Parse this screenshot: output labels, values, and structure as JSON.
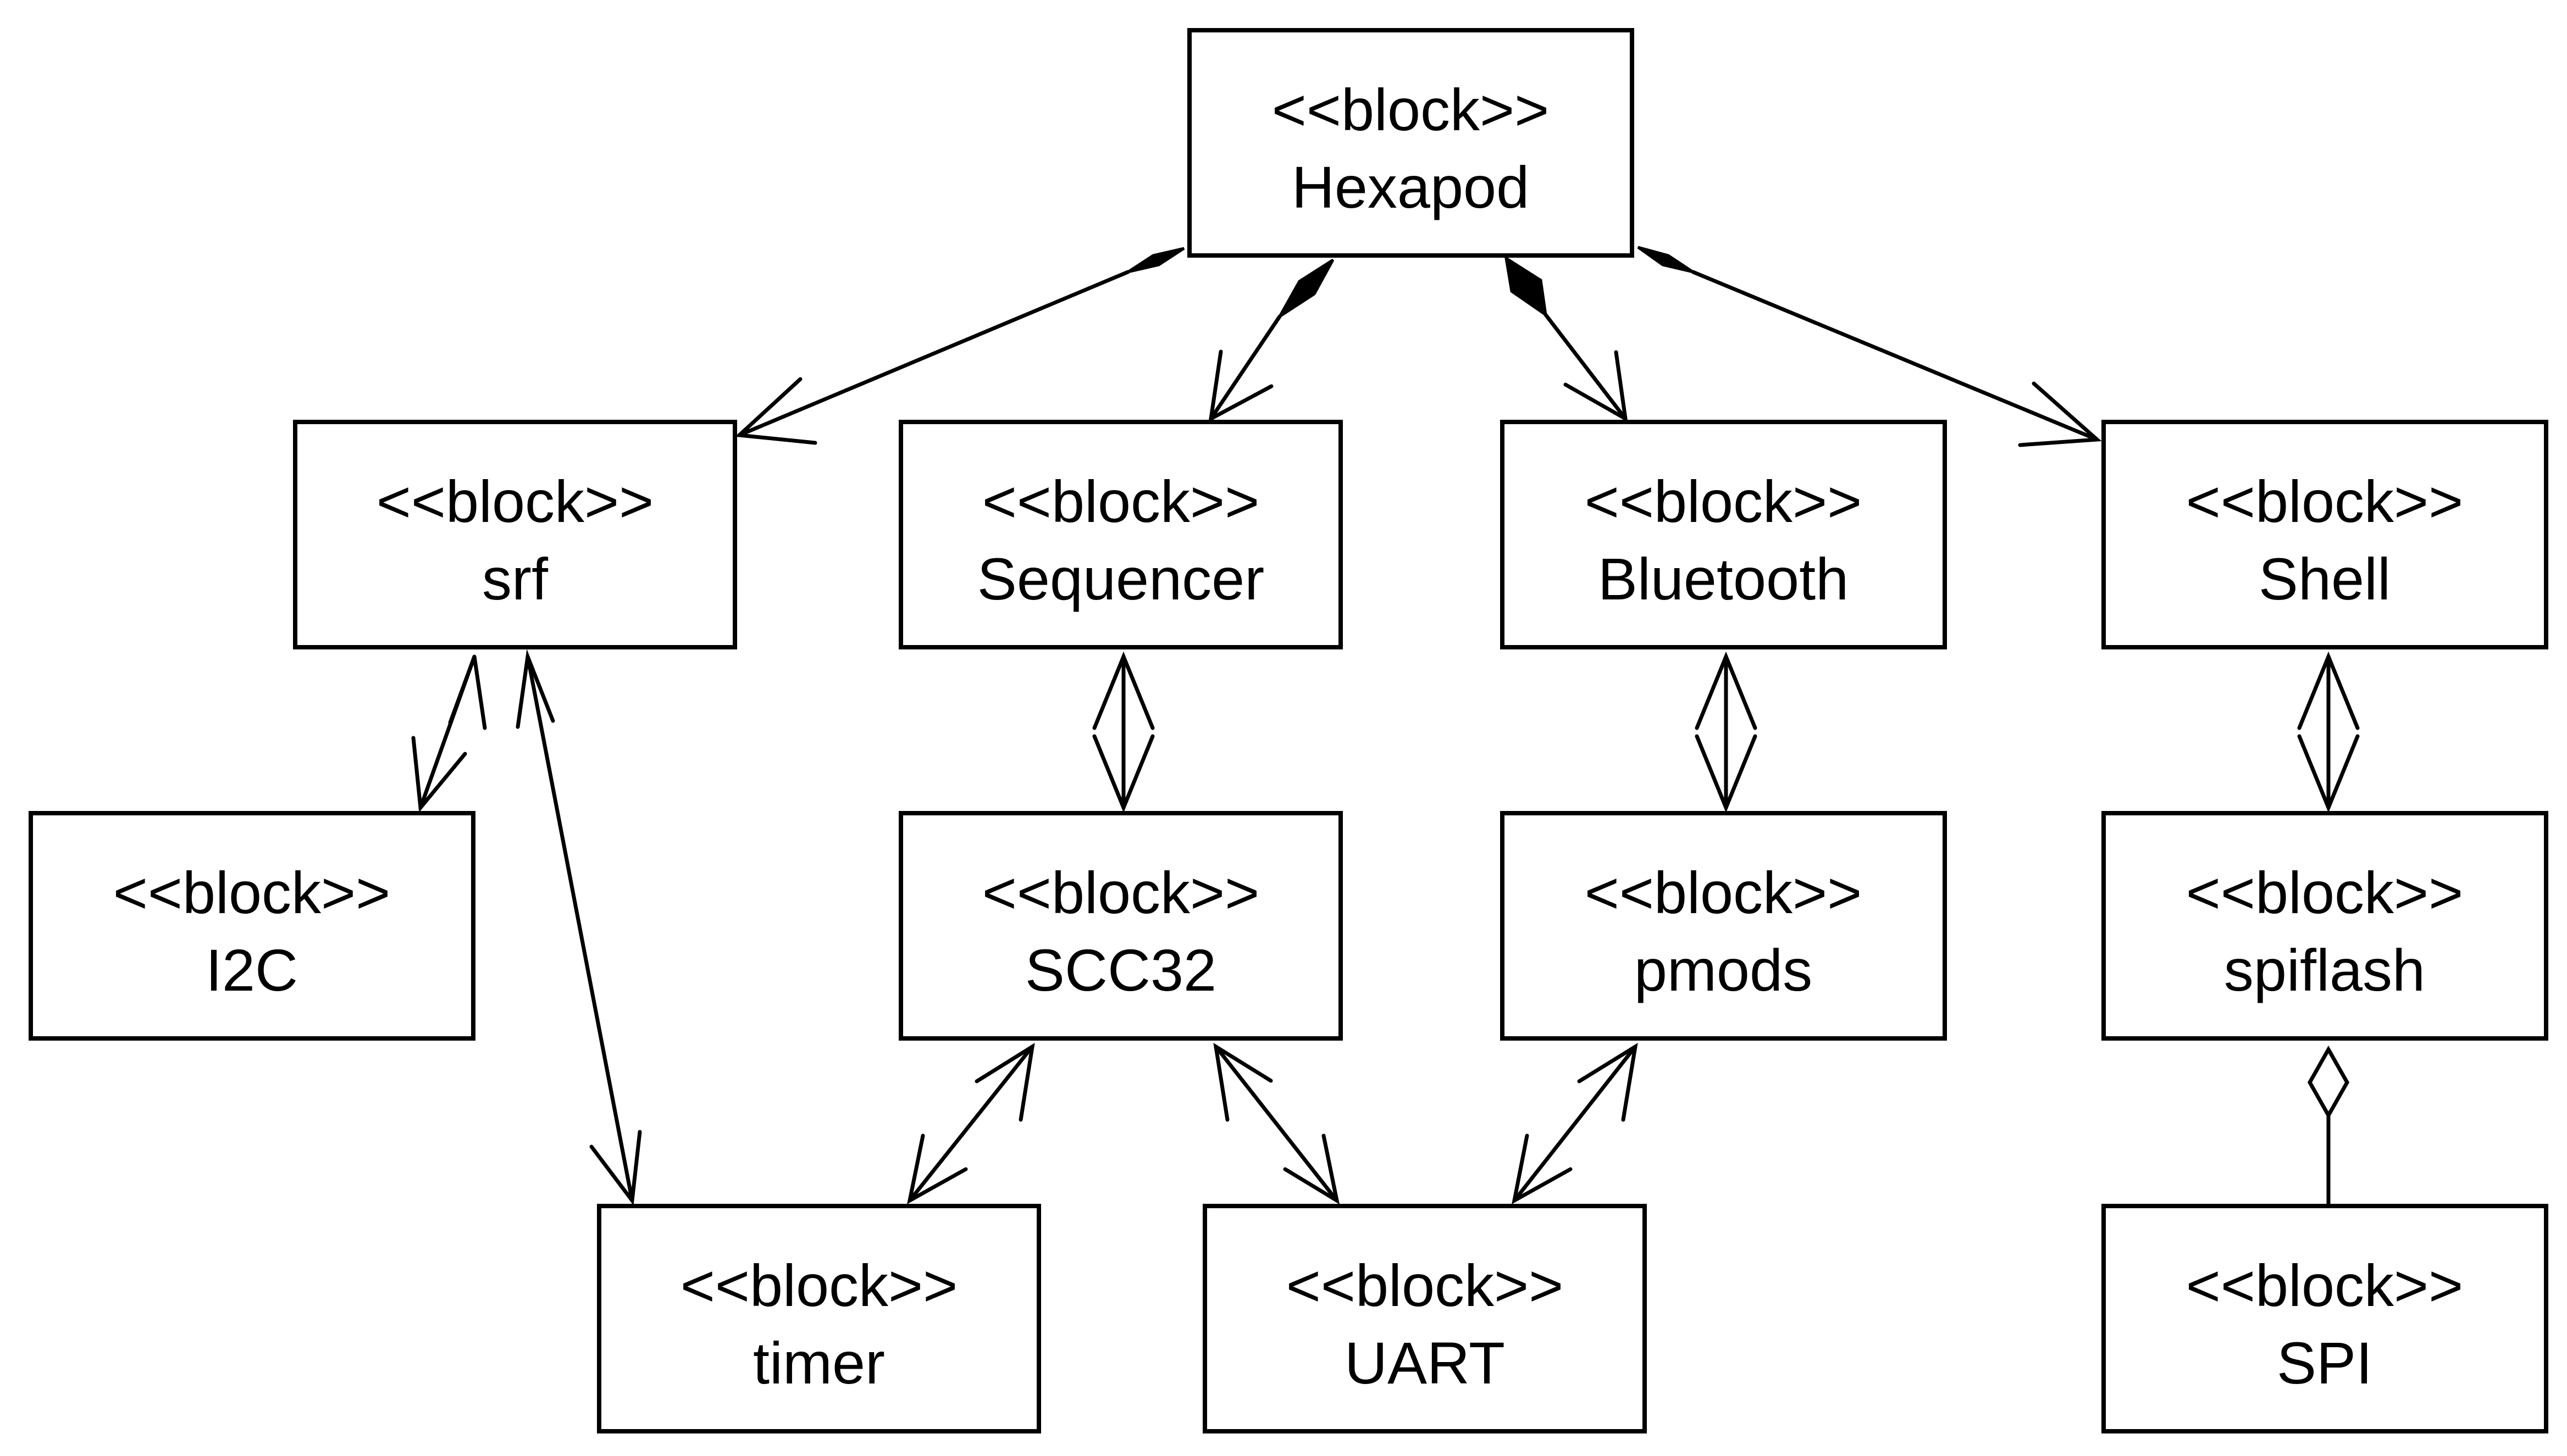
{
  "diagram": {
    "blocks": [
      {
        "id": "hexapod",
        "stereotype": "<<block>>",
        "name": "Hexapod"
      },
      {
        "id": "srf",
        "stereotype": "<<block>>",
        "name": "srf"
      },
      {
        "id": "sequencer",
        "stereotype": "<<block>>",
        "name": "Sequencer"
      },
      {
        "id": "bluetooth",
        "stereotype": "<<block>>",
        "name": "Bluetooth"
      },
      {
        "id": "shell",
        "stereotype": "<<block>>",
        "name": "Shell"
      },
      {
        "id": "i2c",
        "stereotype": "<<block>>",
        "name": "I2C"
      },
      {
        "id": "scc32",
        "stereotype": "<<block>>",
        "name": "SCC32"
      },
      {
        "id": "pmods",
        "stereotype": "<<block>>",
        "name": "pmods"
      },
      {
        "id": "spiflash",
        "stereotype": "<<block>>",
        "name": "spiflash"
      },
      {
        "id": "timer",
        "stereotype": "<<block>>",
        "name": "timer"
      },
      {
        "id": "uart",
        "stereotype": "<<block>>",
        "name": "UART"
      },
      {
        "id": "spi",
        "stereotype": "<<block>>",
        "name": "SPI"
      }
    ],
    "relations": [
      {
        "id": "hexapod-srf",
        "from": "hexapod",
        "to": "srf",
        "kind": "composition"
      },
      {
        "id": "hexapod-sequencer",
        "from": "hexapod",
        "to": "sequencer",
        "kind": "composition"
      },
      {
        "id": "hexapod-bluetooth",
        "from": "hexapod",
        "to": "bluetooth",
        "kind": "composition"
      },
      {
        "id": "hexapod-shell",
        "from": "hexapod",
        "to": "shell",
        "kind": "composition"
      },
      {
        "id": "srf-i2c",
        "from": "srf",
        "to": "i2c",
        "kind": "bidirectional"
      },
      {
        "id": "srf-timer",
        "from": "srf",
        "to": "timer",
        "kind": "bidirectional"
      },
      {
        "id": "sequencer-scc32",
        "from": "sequencer",
        "to": "scc32",
        "kind": "bidirectional"
      },
      {
        "id": "bluetooth-pmods",
        "from": "bluetooth",
        "to": "pmods",
        "kind": "bidirectional"
      },
      {
        "id": "shell-spiflash",
        "from": "shell",
        "to": "spiflash",
        "kind": "bidirectional"
      },
      {
        "id": "scc32-timer",
        "from": "scc32",
        "to": "timer",
        "kind": "bidirectional"
      },
      {
        "id": "scc32-uart",
        "from": "scc32",
        "to": "uart",
        "kind": "bidirectional"
      },
      {
        "id": "pmods-uart",
        "from": "pmods",
        "to": "uart",
        "kind": "bidirectional"
      },
      {
        "id": "spiflash-spi",
        "from": "spiflash",
        "to": "spi",
        "kind": "aggregation"
      }
    ]
  }
}
